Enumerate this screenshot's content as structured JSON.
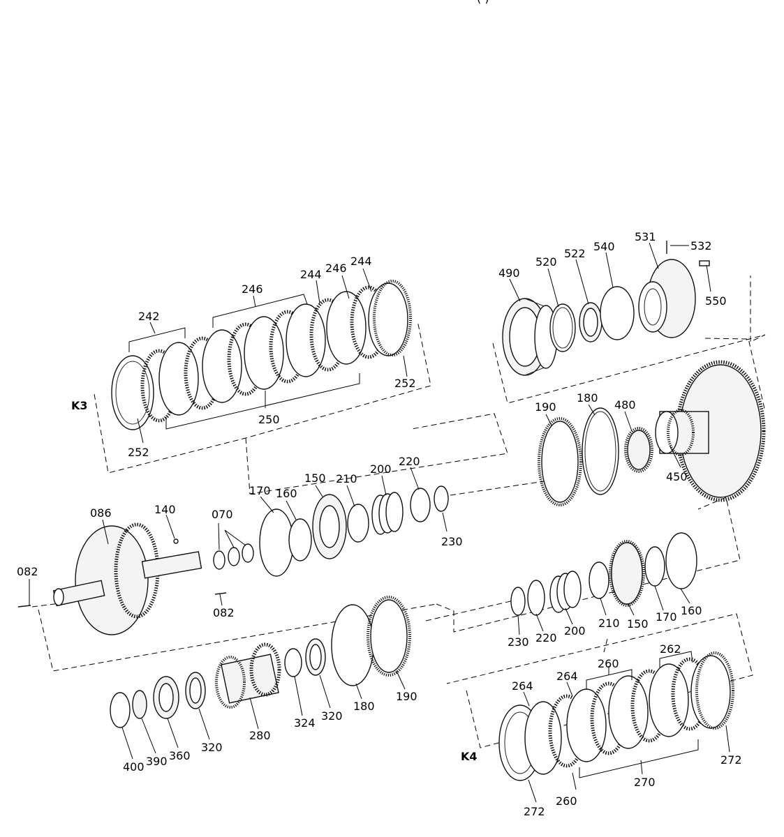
{
  "header_fragment": "(       )",
  "group_labels": {
    "k3": "K3",
    "k4": "K4"
  },
  "parts": {
    "p070": "070",
    "p082a": "082",
    "p082b": "082",
    "p086": "086",
    "p140": "140",
    "p150a": "150",
    "p150b": "150",
    "p160a": "160",
    "p160b": "160",
    "p170a": "170",
    "p170b": "170",
    "p180a": "180",
    "p180b": "180",
    "p190a": "190",
    "p190b": "190",
    "p200a": "200",
    "p200b": "200",
    "p210a": "210",
    "p210b": "210",
    "p220a": "220",
    "p220b": "220",
    "p230a": "230",
    "p230b": "230",
    "p242": "242",
    "p244a": "244",
    "p244b": "244",
    "p246a": "246",
    "p246b": "246",
    "p250": "250",
    "p252a": "252",
    "p252b": "252",
    "p260a": "260",
    "p260b": "260",
    "p262": "262",
    "p264a": "264",
    "p264b": "264",
    "p270": "270",
    "p272a": "272",
    "p272b": "272",
    "p280": "280",
    "p320a": "320",
    "p320b": "320",
    "p324": "324",
    "p360": "360",
    "p390": "390",
    "p400": "400",
    "p450": "450",
    "p480": "480",
    "p490": "490",
    "p520": "520",
    "p522": "522",
    "p531": "531",
    "p532": "532",
    "p540": "540",
    "p550": "550"
  }
}
